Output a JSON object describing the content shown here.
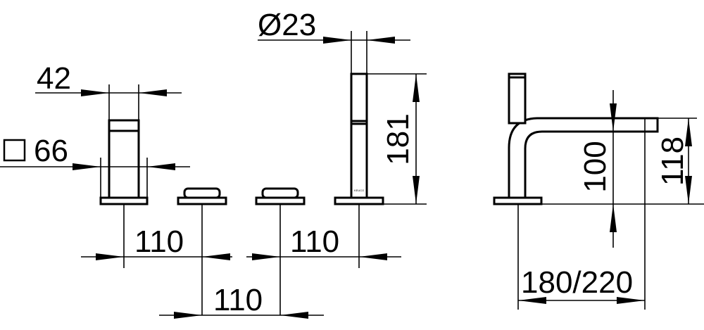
{
  "dimensions": {
    "square_size": "66",
    "handle_width": "42",
    "spout_diameter": "Ø23",
    "spout_height": "181",
    "spacing_left": "110",
    "spacing_right": "110",
    "spacing_center": "110",
    "spout_reach_height": "100",
    "spout_total_height": "118",
    "projection": "180/220"
  },
  "brand_mark": "KEUCO"
}
